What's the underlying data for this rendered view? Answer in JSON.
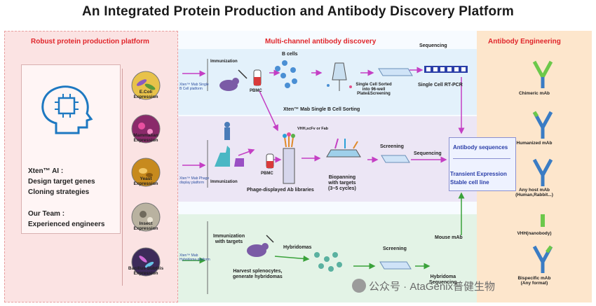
{
  "title": "An Integrated  Protein Production and Antibody Discovery Platform",
  "left": {
    "header": "Robust protein production platform",
    "ai_title": "Xten™ AI :",
    "ai_line1": "Design target genes",
    "ai_line2": "Cloning strategies",
    "team_title": "Our Team :",
    "team_line": "Experienced engineers",
    "expressions": [
      {
        "l1": "E.Coli",
        "l2": "Expression"
      },
      {
        "l1": "Mammalian",
        "l2": "Expression"
      },
      {
        "l1": "Yeast",
        "l2": "Expression"
      },
      {
        "l1": "Insect",
        "l2": "Expression"
      },
      {
        "l1": "Bacillus Subtilis",
        "l2": "Expression"
      }
    ]
  },
  "middle": {
    "header": "Multi-channel antibody discovery",
    "seq_top": "Sequencing",
    "b1": {
      "side1": "Xten™ Mab Single",
      "side2": "B Cell platform",
      "immunization": "Immunization",
      "bcells": "B cells",
      "pbmc": "PBMC",
      "sort1": "Single Cell Sorted",
      "sort2": "into 96-well",
      "sort3": "Plate&Screening",
      "rtpcr": "Single Cell RT-PCR",
      "caption": "Xten™ Mab Single B Cell Sorting"
    },
    "b2": {
      "side1": "Xten™ Mab Phage",
      "side2": "display platform",
      "vhh": "VHH,scFv or Fab",
      "immunization": "Immunization",
      "pbmc": "PBMC",
      "phage": "Phage-displayed Ab libraries",
      "bio1": "Biopanning",
      "bio2": "with targets",
      "bio3": "(3~5 cycles)",
      "screening": "Screening",
      "sequencing": "Sequencing"
    },
    "b3": {
      "side1": "Xten™ Mab",
      "side2": "Hybridoma platform",
      "imm1": "Immunization",
      "imm2": "with targets",
      "hybridomas": "Hybridomas",
      "harv1": "Harvest splenocytes,",
      "harv2": "generate hybridomas",
      "screening": "Screening",
      "mouse": "Mouse mAb",
      "hseq1": "Hybridoma",
      "hseq2": "Sequencing"
    },
    "box": {
      "l1": "Antibody sequences",
      "l2": "Transient Expression",
      "l3": "Stable cell line"
    }
  },
  "right": {
    "header": "Antibody  Engineering",
    "items": [
      {
        "l1": "Chimeric mAb",
        "l2": ""
      },
      {
        "l1": "Humanized mAb",
        "l2": ""
      },
      {
        "l1": "Any host mAb",
        "l2": "(Human,Rabbit...)"
      },
      {
        "l1": "VHH(nanobody)",
        "l2": ""
      },
      {
        "l1": "Bispecific mAb",
        "l2": "(Any format)"
      }
    ]
  },
  "watermark": "公众号 · AtaGenix普健生物"
}
